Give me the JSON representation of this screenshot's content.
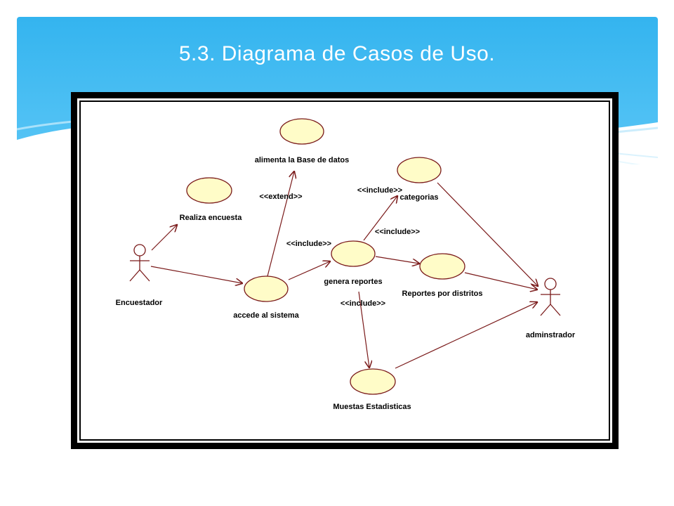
{
  "slide": {
    "title": "5.3. Diagrama de Casos de Uso."
  },
  "diagram": {
    "actors": {
      "encuestador": "Encuestador",
      "administrador": "adminstrador"
    },
    "use_cases": {
      "alimenta": "alimenta la Base de datos",
      "realiza": "Realiza encuesta",
      "categorias": "categorias",
      "genera": "genera reportes",
      "reportes_distritos": "Reportes por distritos",
      "accede": "accede al sistema",
      "muestas": "Muestas Estadisticas"
    },
    "stereotypes": {
      "extend": "<<extend>>",
      "include_categorias": "<<include>>",
      "include_categorias_2": "<<include>>",
      "include_genera": "<<include>>",
      "include_muestas": "<<include>>"
    },
    "colors": {
      "use_case_fill": "#fffcc8",
      "header_blue": "#33b6f0",
      "line": "#7a1a1a"
    }
  }
}
